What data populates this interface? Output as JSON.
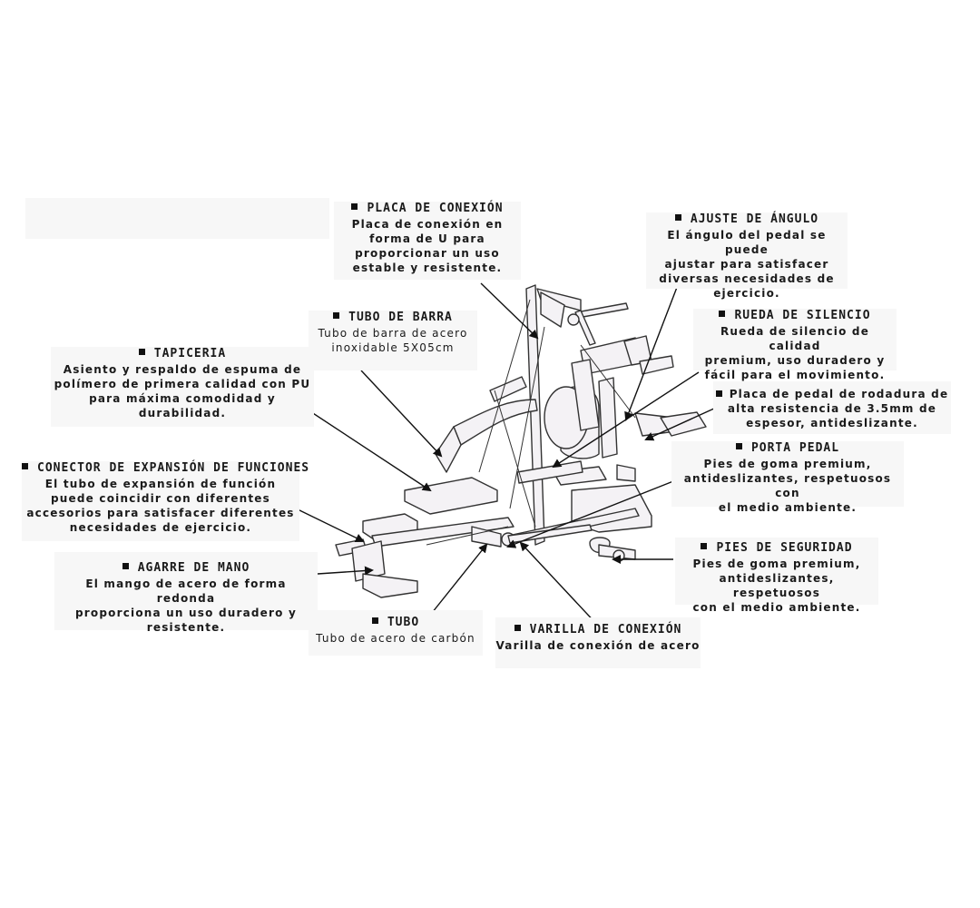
{
  "labels": {
    "placa": {
      "title": "PLACA DE CONEXIÓN",
      "lines": [
        "Placa de conexión en",
        "forma de U para",
        "proporcionar un uso",
        "estable y resistente."
      ]
    },
    "ajuste": {
      "title": "AJUSTE DE ÁNGULO",
      "lines": [
        "El ángulo del pedal se puede",
        "ajustar para satisfacer",
        "diversas necesidades de",
        "ejercicio."
      ]
    },
    "tubo_barra": {
      "title": "TUBO DE BARRA",
      "lines": [
        "Tubo de barra de acero",
        "inoxidable 5X05cm"
      ]
    },
    "rueda": {
      "title": "RUEDA DE SILENCIO",
      "lines": [
        "Rueda de silencio de calidad",
        "premium, uso duradero y",
        "fácil para el movimiento."
      ]
    },
    "tapiceria": {
      "title": "TAPICERIA",
      "lines": [
        "Asiento y respaldo de espuma de",
        "polímero de primera calidad con PU",
        "para máxima comodidad y",
        "durabilidad."
      ]
    },
    "placa_pedal": {
      "title": "",
      "lines": [
        "Placa de pedal de rodadura de",
        "alta resistencia de 3.5mm de",
        "espesor, antideslizante."
      ]
    },
    "porta_pedal": {
      "title": "PORTA PEDAL",
      "lines": [
        "Pies de goma premium,",
        "antideslizantes, respetuosos con",
        "el medio ambiente."
      ]
    },
    "conector": {
      "title": "CONECTOR DE EXPANSIÓN DE FUNCIONES",
      "lines": [
        "El tubo de expansión de función",
        "puede coincidir con diferentes",
        "accesorios para satisfacer diferentes",
        "necesidades de ejercicio."
      ]
    },
    "agarre": {
      "title": "AGARRE DE MANO",
      "lines": [
        "El mango de acero de forma redonda",
        "proporciona un uso duradero y",
        "resistente."
      ]
    },
    "pies": {
      "title": "PIES DE SEGURIDAD",
      "lines": [
        "Pies de goma premium,",
        "antideslizantes, respetuosos",
        "con el medio ambiente."
      ]
    },
    "tubo": {
      "title": "TUBO",
      "lines": [
        "Tubo de acero de carbón"
      ]
    },
    "varilla": {
      "title": "VARILLA DE CONEXIÓN",
      "lines": [
        "Varilla de conexión de acero"
      ]
    }
  }
}
